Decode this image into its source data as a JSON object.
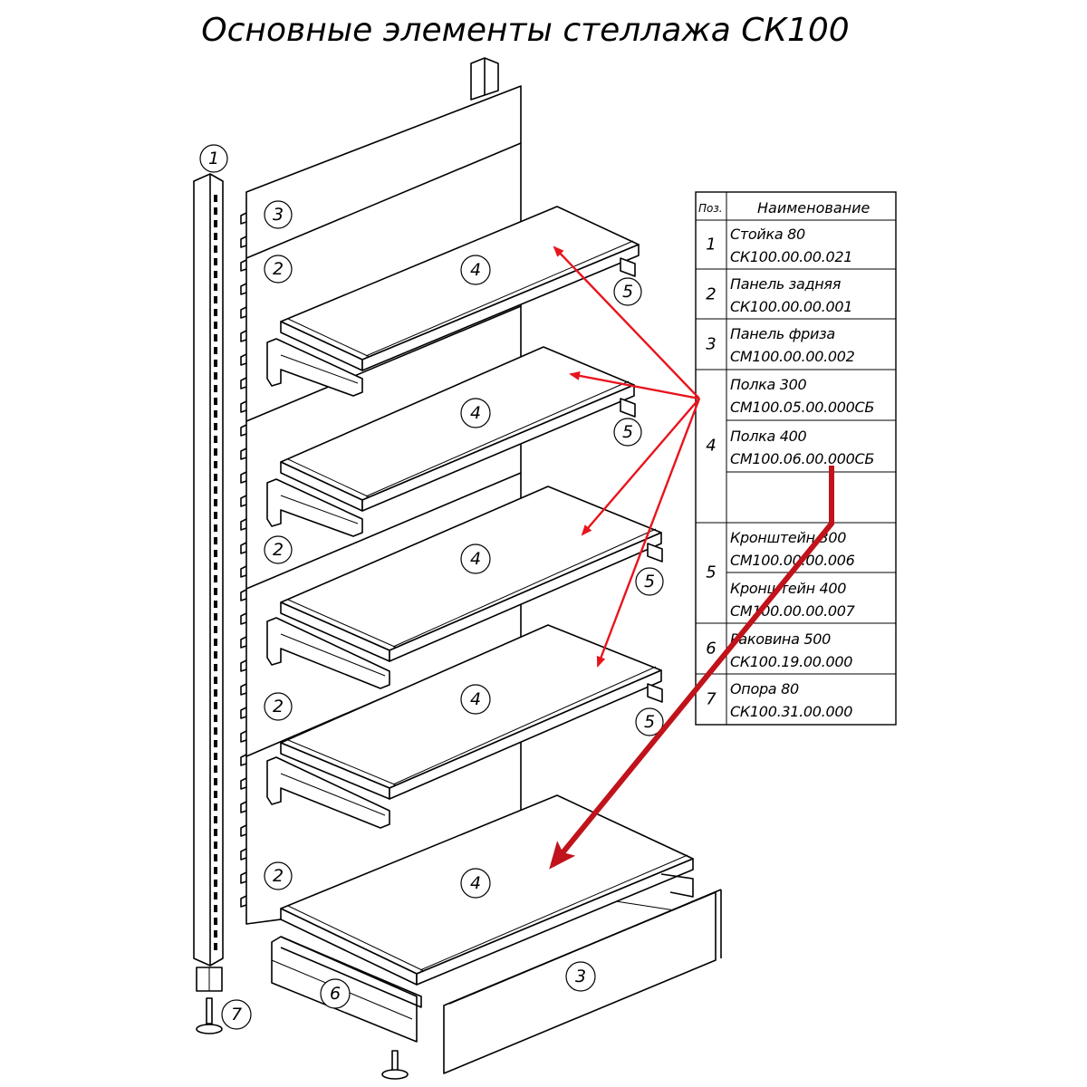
{
  "title": "Основные элементы стеллажа СК100",
  "callouts": {
    "c1": "1",
    "c2a": "2",
    "c2b": "2",
    "c2c": "2",
    "c2d": "2",
    "c3a": "3",
    "c3b": "3",
    "c4a": "4",
    "c4b": "4",
    "c4c": "4",
    "c4d": "4",
    "c4e": "4",
    "c5a": "5",
    "c5b": "5",
    "c5c": "5",
    "c5d": "5",
    "c6": "6",
    "c7": "7"
  },
  "table": {
    "header_pos": "Поз.",
    "header_name": "Наименование",
    "pos": {
      "p1": "1",
      "p2": "2",
      "p3": "3",
      "p4": "4",
      "p5": "5",
      "p6": "6",
      "p7": "7"
    },
    "rows": [
      {
        "name": "Стойка 80",
        "code": "СК100.00.00.021"
      },
      {
        "name": "Панель задняя",
        "code": "СК100.00.00.001"
      },
      {
        "name": "Панель фриза",
        "code": "СМ100.00.00.002"
      },
      {
        "name": "Полка 300",
        "code": "СМ100.05.00.000СБ"
      },
      {
        "name": "Полка 400",
        "code": "СМ100.06.00.000СБ"
      },
      {
        "name": "Кронштейн 300",
        "code": "СМ100.00.00.006"
      },
      {
        "name": "Кронштейн 400",
        "code": "СМ100.00.00.007"
      },
      {
        "name": "Раковина 500",
        "code": "СК100.19.00.000"
      },
      {
        "name": "Опора 80",
        "code": "СК100.31.00.000"
      }
    ]
  },
  "colors": {
    "arrow_red": "#e8141c",
    "arrow_dark_red": "#c0131b",
    "line": "#000000"
  }
}
